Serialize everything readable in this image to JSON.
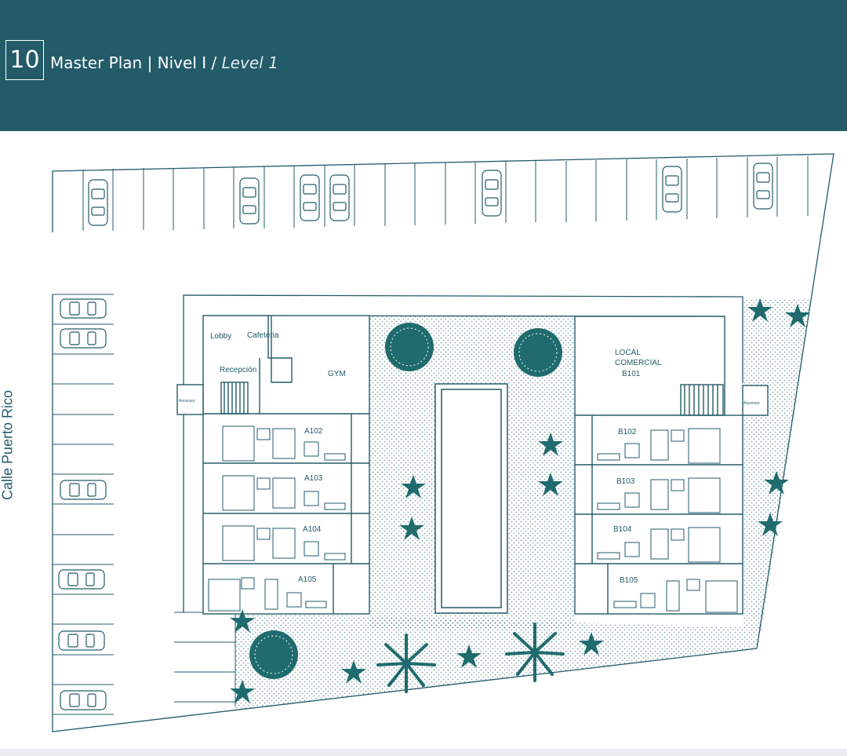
{
  "header": {
    "page_number": "10",
    "title": "Master Plan | Nivel I / ",
    "title_english": "Level 1",
    "background_color": "#235b69"
  },
  "plan": {
    "street_label": "Calle Puerto Rico",
    "tower_a": {
      "lobby": "Lobby",
      "cafeteria": "Cafeteria",
      "reception": "Recepción",
      "gym": "GYM",
      "elevator": "Ascensor",
      "units": [
        "A102",
        "A103",
        "A104",
        "A105"
      ]
    },
    "tower_b": {
      "local_line1": "LOCAL",
      "local_line2": "COMERCIAL",
      "local_unit": "B101",
      "elevator": "Ascensor",
      "units": [
        "B102",
        "B103",
        "B104",
        "B105"
      ]
    },
    "line_color": "#235b69",
    "plant_color": "#1f6b6e"
  }
}
